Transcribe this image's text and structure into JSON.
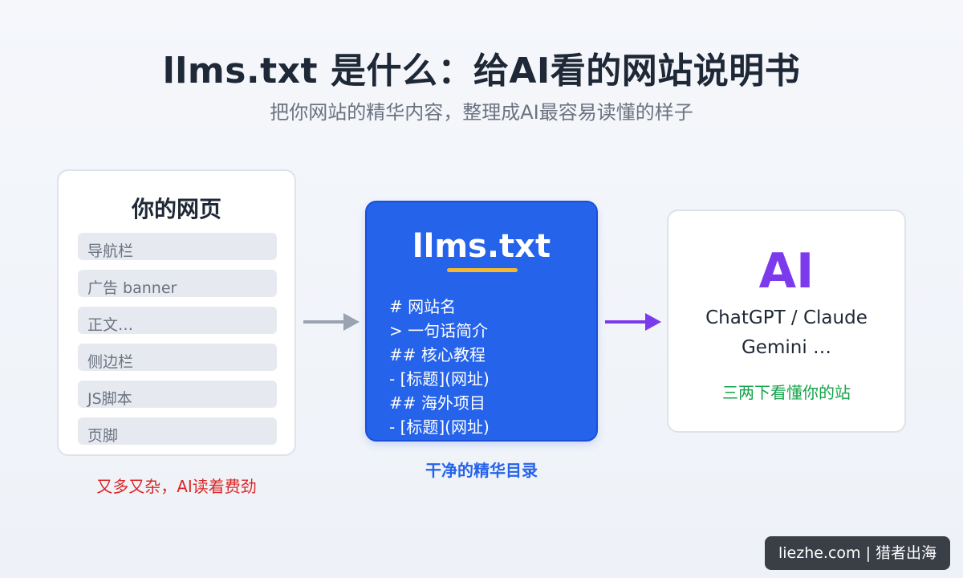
{
  "header": {
    "title": "llms.txt 是什么：给AI看的网站说明书",
    "subtitle": "把你网站的精华内容，整理成AI最容易读懂的样子"
  },
  "webpage_card": {
    "title": "你的网页",
    "items": [
      "导航栏",
      "广告 banner",
      "正文…",
      "侧边栏",
      "JS脚本",
      "页脚"
    ],
    "caption": "又多又杂，AI读着费劲"
  },
  "llms_card": {
    "title": "llms.txt",
    "lines": [
      "# 网站名",
      "> 一句话简介",
      "## 核心教程",
      "- [标题](网址)",
      "## 海外项目",
      "- [标题](网址)"
    ],
    "caption": "干净的精华目录"
  },
  "ai_card": {
    "logo": "AI",
    "models_line1": "ChatGPT / Claude",
    "models_line2": "Gemini …",
    "caption": "三两下看懂你的站"
  },
  "watermark": "liezhe.com | 猎者出海",
  "colors": {
    "accent_blue": "#2563eb",
    "underline_yellow": "#f5b82e",
    "ai_purple": "#7c3aed",
    "warning_red": "#dc2626",
    "success_green": "#16a34a",
    "arrow_gray": "#9aa3b0"
  }
}
